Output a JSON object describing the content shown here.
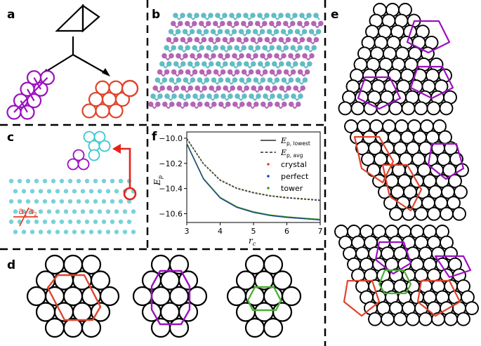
{
  "panels": {
    "a": "a",
    "b": "b",
    "c": "c",
    "d": "d",
    "e": "e",
    "f": "f"
  },
  "colors": {
    "purple": "#9b10c0",
    "red": "#e0432b",
    "cyan": "#3cc8d0",
    "green": "#4caf35",
    "black": "#000000"
  },
  "annotation_c": {
    "a1": "a",
    "a1_sub": "1",
    "a2": "a",
    "a2_sub": "2"
  },
  "chart_data": {
    "type": "line",
    "x_label": "r",
    "x_label_sub": "c",
    "y_label": "E",
    "y_label_sub": "p",
    "xlim": [
      3,
      7
    ],
    "ylim": [
      -10.67,
      -9.95
    ],
    "x_ticks": [
      "3",
      "4",
      "5",
      "6",
      "7"
    ],
    "y_ticks": [
      "−10.0",
      "−10.2",
      "−10.4",
      "−10.6"
    ],
    "x_tick_values": [
      3,
      4,
      5,
      6,
      7
    ],
    "y_tick_values": [
      -10.0,
      -10.2,
      -10.4,
      -10.6
    ],
    "x": [
      3.0,
      3.5,
      4.0,
      4.5,
      5.0,
      5.5,
      6.0,
      6.5,
      7.0
    ],
    "series": [
      {
        "name": "crystal",
        "color": "#e0432b",
        "lowest": [
          -10.04,
          -10.32,
          -10.47,
          -10.545,
          -10.585,
          -10.61,
          -10.625,
          -10.635,
          -10.645
        ],
        "avg": [
          -10.0,
          -10.2,
          -10.33,
          -10.395,
          -10.43,
          -10.455,
          -10.47,
          -10.48,
          -10.49
        ]
      },
      {
        "name": "perfect",
        "color": "#1f3fd0",
        "lowest": [
          -10.045,
          -10.325,
          -10.475,
          -10.55,
          -10.59,
          -10.615,
          -10.63,
          -10.64,
          -10.65
        ],
        "avg": [
          -10.005,
          -10.205,
          -10.335,
          -10.4,
          -10.435,
          -10.46,
          -10.475,
          -10.485,
          -10.495
        ]
      },
      {
        "name": "tower",
        "color": "#2e9e2e",
        "lowest": [
          -10.04,
          -10.32,
          -10.47,
          -10.545,
          -10.585,
          -10.61,
          -10.625,
          -10.635,
          -10.645
        ],
        "avg": [
          -10.002,
          -10.203,
          -10.332,
          -10.398,
          -10.432,
          -10.458,
          -10.472,
          -10.482,
          -10.492
        ]
      }
    ],
    "legend": [
      {
        "main": "E",
        "sub": "p, lowest",
        "style": "solid"
      },
      {
        "main": "E",
        "sub": "p, avg",
        "style": "dashed"
      },
      {
        "label": "crystal",
        "color": "#e0432b",
        "style": "dot"
      },
      {
        "label": "perfect",
        "color": "#1f3fd0",
        "style": "dot"
      },
      {
        "label": "tower",
        "color": "#2e9e2e",
        "style": "dot"
      }
    ]
  }
}
